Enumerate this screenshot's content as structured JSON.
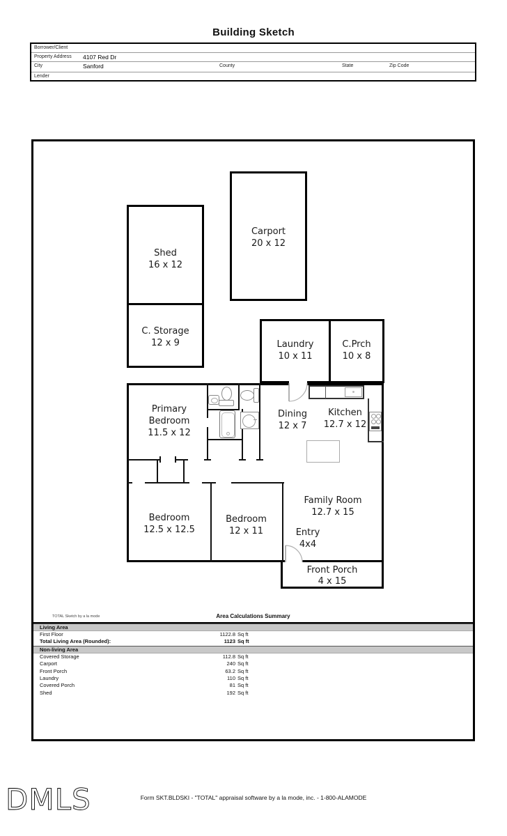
{
  "title": "Building Sketch",
  "form": {
    "borrower_label": "Borrower/Client",
    "property_label": "Property Address",
    "property_value": "4107 Red Dr",
    "city_label": "City",
    "city_value": "Sanford",
    "county_label": "County",
    "state_label": "State",
    "zip_label": "Zip Code",
    "lender_label": "Lender"
  },
  "rooms": {
    "shed": {
      "name": "Shed",
      "dims": "16 x 12"
    },
    "c_storage": {
      "name": "C. Storage",
      "dims": "12 x 9"
    },
    "carport": {
      "name": "Carport",
      "dims": "20 x 12"
    },
    "laundry": {
      "name": "Laundry",
      "dims": "10 x 11"
    },
    "c_prch": {
      "name": "C.Prch",
      "dims": "10 x 8"
    },
    "primary_bedroom": {
      "name": "Primary Bedroom",
      "dims": "11.5 x 12"
    },
    "dining": {
      "name": "Dining",
      "dims": "12 x 7"
    },
    "kitchen": {
      "name": "Kitchen",
      "dims": "12.7 x 12"
    },
    "bedroom_left": {
      "name": "Bedroom",
      "dims": "12.5 x 12.5"
    },
    "bedroom_middle": {
      "name": "Bedroom",
      "dims": "12 x 11"
    },
    "family_room": {
      "name": "Family Room",
      "dims": "12.7 x 15"
    },
    "entry": {
      "name": "Entry",
      "dims": "4x4"
    },
    "front_porch": {
      "name": "Front Porch",
      "dims": "4 x 15"
    }
  },
  "sketch_footer": {
    "note": "TOTAL Sketch by a la mode",
    "summary_title": "Area Calculations Summary"
  },
  "summary": {
    "living_header": "Living Area",
    "rows_living": [
      {
        "label": "First Floor",
        "value": "1122.8",
        "unit": "Sq ft"
      },
      {
        "label": "Total Living Area (Rounded):",
        "value": "1123",
        "unit": "Sq ft"
      }
    ],
    "nonliving_header": "Non-living Area",
    "rows_nonliving": [
      {
        "label": "Covered Storage",
        "value": "112.8",
        "unit": "Sq ft"
      },
      {
        "label": "Carport",
        "value": "240",
        "unit": "Sq ft"
      },
      {
        "label": "Front Porch",
        "value": "63.2",
        "unit": "Sq ft"
      },
      {
        "label": "Laundry",
        "value": "110",
        "unit": "Sq ft"
      },
      {
        "label": "Covered Porch",
        "value": "81",
        "unit": "Sq ft"
      },
      {
        "label": "Shed",
        "value": "192",
        "unit": "Sq ft"
      }
    ]
  },
  "footer": {
    "logo": "DMLS",
    "line": "Form SKT.BLDSKI - \"TOTAL\" appraisal software by a la mode, inc. - 1-800-ALAMODE"
  }
}
